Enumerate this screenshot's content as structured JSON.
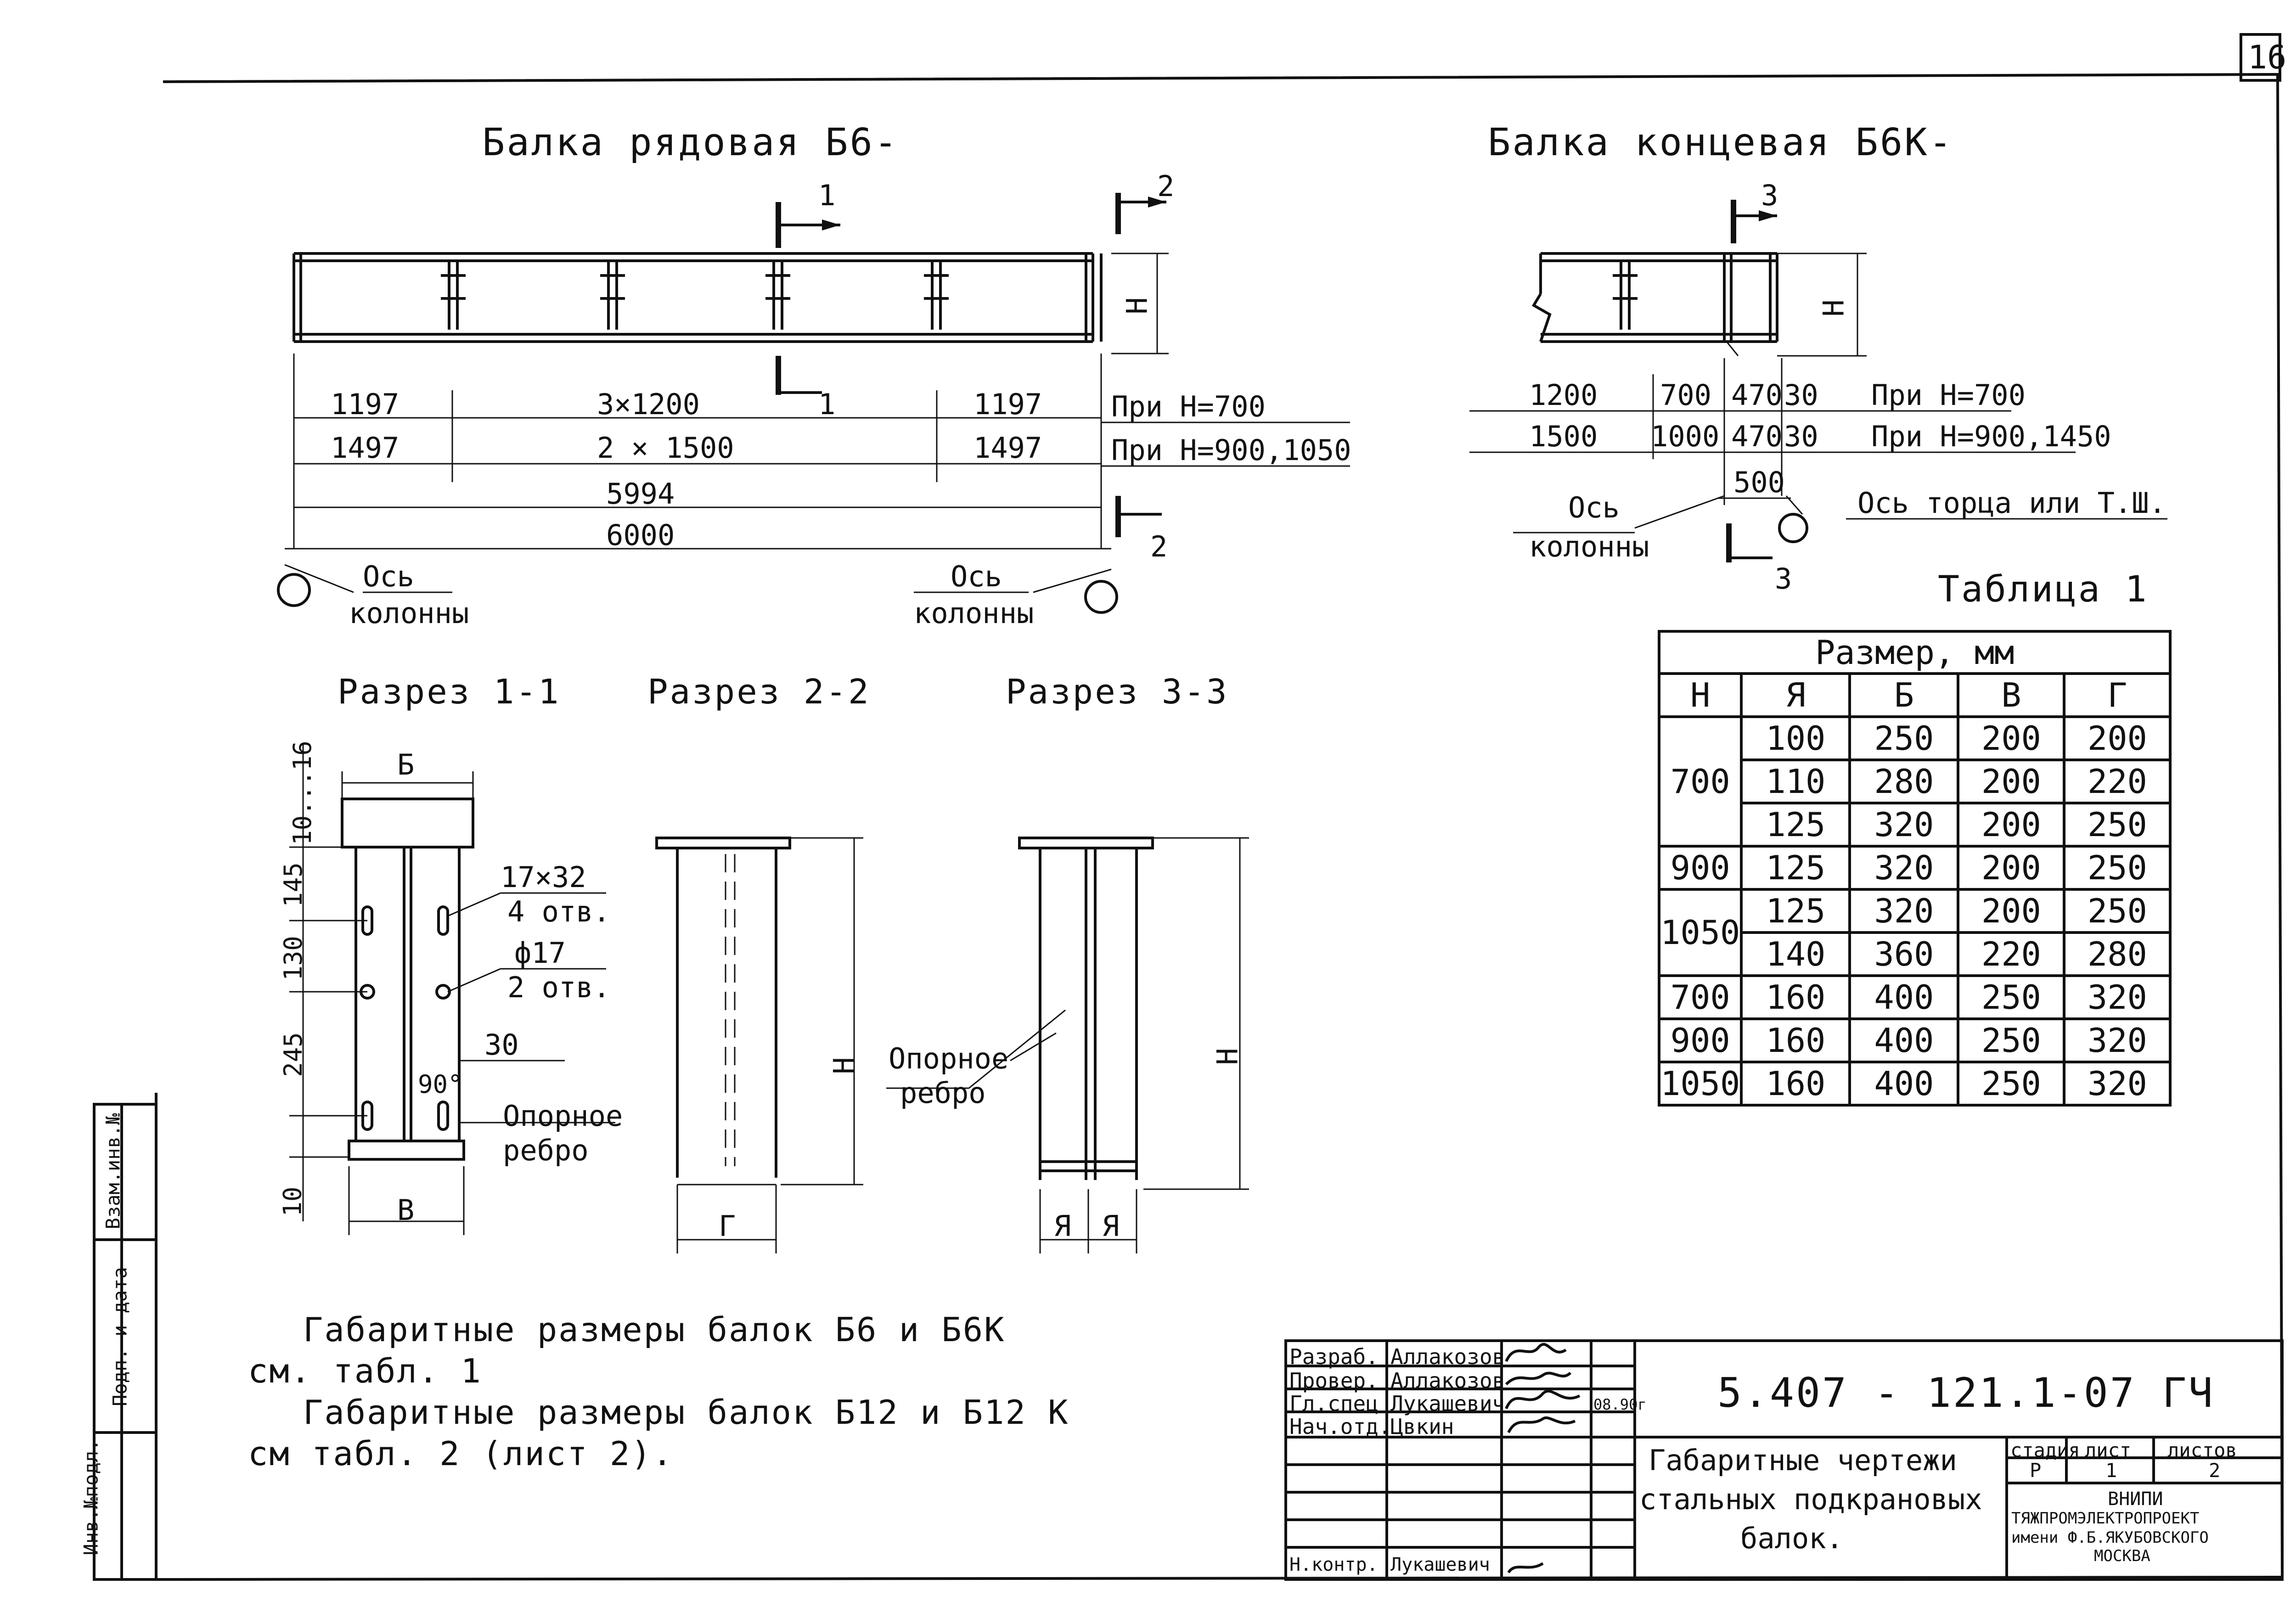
{
  "sheet_number": "16",
  "beam_row": {
    "title": "Балка рядовая Б6-",
    "dims_h700": [
      "1197",
      "3×1200",
      "1197"
    ],
    "dims_h900": [
      "1497",
      "2 × 1500",
      "1497"
    ],
    "total_inner": "5994",
    "total": "6000",
    "label_h700": "При H=700",
    "label_h900": "При H=900,1050",
    "axis_left": [
      "Ось",
      "колонны"
    ],
    "axis_right": [
      "Ось",
      "колонны"
    ],
    "section_1": "1",
    "section_2": "2",
    "h_label": "H"
  },
  "beam_end": {
    "title": "Балка концевая Б6К-",
    "dims_h700": [
      "1200",
      "700",
      "470",
      "30"
    ],
    "dims_h900": [
      "1500",
      "1000",
      "470",
      "30"
    ],
    "label_h700": "При H=700",
    "label_h900": "При H=900,1450",
    "dim_500": "500",
    "axis_column": [
      "Ось",
      "колонны"
    ],
    "axis_end": "Ось торца или Т.Ш.",
    "section_3": "3",
    "h_label": "H"
  },
  "sections": {
    "s11": {
      "title": "Разрез 1-1",
      "top_label": "Б",
      "bottom_label": "B",
      "vertical_dims": [
        "10...16",
        "145",
        "130",
        "245",
        "10"
      ],
      "hole_1": [
        "17×32",
        "4 отв."
      ],
      "hole_2": [
        "ф17",
        "2 отв."
      ],
      "dim_30": "30",
      "angle_90": "90°",
      "rib": [
        "Опорное",
        "ребро"
      ]
    },
    "s22": {
      "title": "Разрез 2-2",
      "h_label": "H",
      "bottom_label": "Г",
      "rib": [
        "Опорное",
        "ребро"
      ]
    },
    "s33": {
      "title": "Разрез 3-3",
      "h_label": "H",
      "bottom_left": "Я",
      "bottom_right": "Я"
    }
  },
  "table1": {
    "title": "Таблица 1",
    "caption": "Размер, мм",
    "headers": [
      "H",
      "Я",
      "Б",
      "B",
      "Г"
    ],
    "groups": [
      {
        "h": "700",
        "rows": [
          [
            "100",
            "250",
            "200",
            "200"
          ],
          [
            "110",
            "280",
            "200",
            "220"
          ],
          [
            "125",
            "320",
            "200",
            "250"
          ]
        ]
      },
      {
        "h": "900",
        "rows": [
          [
            "125",
            "320",
            "200",
            "250"
          ]
        ]
      },
      {
        "h": "1050",
        "rows": [
          [
            "125",
            "320",
            "200",
            "250"
          ],
          [
            "140",
            "360",
            "220",
            "280"
          ]
        ]
      },
      {
        "h": "700",
        "rows": [
          [
            "160",
            "400",
            "250",
            "320"
          ]
        ]
      },
      {
        "h": "900",
        "rows": [
          [
            "160",
            "400",
            "250",
            "320"
          ]
        ]
      },
      {
        "h": "1050",
        "rows": [
          [
            "160",
            "400",
            "250",
            "320"
          ]
        ]
      }
    ]
  },
  "notes": {
    "line1": "Габаритные размеры балок Б6 и Б6К",
    "line2": "см. табл. 1",
    "line3": "Габаритные размеры балок Б12 и Б12 К",
    "line4": "см табл. 2 (лист 2)."
  },
  "stamp": {
    "rows": [
      {
        "role": "Разраб.",
        "name": "Аллакозов",
        "date": ""
      },
      {
        "role": "Провер.",
        "name": "Аллакозов",
        "date": ""
      },
      {
        "role": "Гл.спец",
        "name": "Лукашевич",
        "date": "08.90г"
      },
      {
        "role": "Нач.отд.",
        "name": "Цвкин",
        "date": ""
      },
      {
        "role": "Н.контр.",
        "name": "Лукашевич",
        "date": ""
      }
    ],
    "code": "5.407 - 121.1-07 ГЧ",
    "description": [
      "Габаритные чертежи",
      "стальных подкрановых",
      "балок."
    ],
    "stage_header": [
      "стадия",
      "лист",
      "листов"
    ],
    "stage_values": [
      "Р",
      "1",
      "2"
    ],
    "org": [
      "ВНИПИ",
      "ТЯЖПРОМЭЛЕКТРОПРОЕКТ",
      "имени Ф.Б.ЯКУБОВСКОГО",
      "МОСКВА"
    ]
  },
  "side_strip": [
    "Инв.№подл.",
    "Подп. и дата",
    "Взам.инв.№"
  ]
}
